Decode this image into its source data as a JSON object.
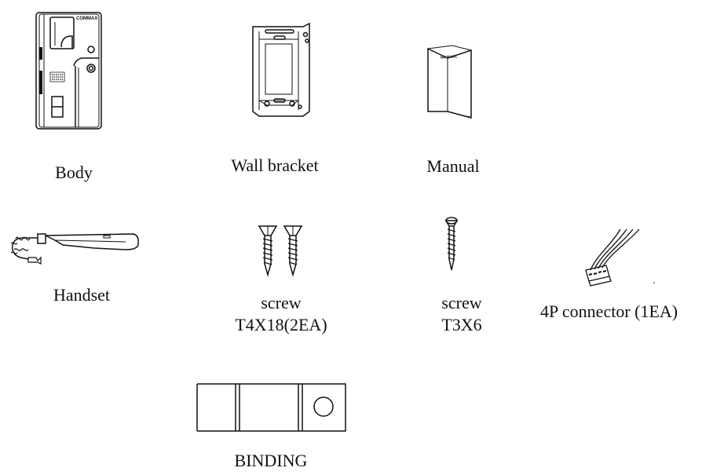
{
  "items": {
    "body": {
      "label": "Body",
      "brand": "COMMAX"
    },
    "wall_bracket": {
      "label": "Wall bracket"
    },
    "manual": {
      "label": "Manual",
      "cover_text": "MANUAL"
    },
    "handset": {
      "label": "Handset"
    },
    "screw_t4x18": {
      "label_line1": "screw",
      "label_line2": "T4X18(2EA)"
    },
    "screw_t3x6": {
      "label_line1": "screw",
      "label_line2": "T3X6"
    },
    "connector": {
      "label": "4P connector (1EA)"
    },
    "binding": {
      "label": "BINDING"
    }
  }
}
